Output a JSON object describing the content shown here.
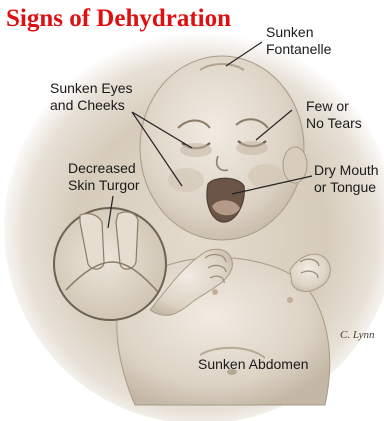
{
  "title": "Signs of Dehydration",
  "title_color": "#e01010",
  "annotations": {
    "fontanelle": {
      "line1": "Sunken",
      "line2": "Fontanelle"
    },
    "eyes_cheeks": {
      "line1": "Sunken Eyes",
      "line2": "and Cheeks"
    },
    "tears": {
      "line1": "Few or",
      "line2": "No Tears"
    },
    "turgor": {
      "line1": "Decreased",
      "line2": "Skin Turgor"
    },
    "mouth": {
      "line1": "Dry Mouth",
      "line2": "or Tongue"
    },
    "abdomen": {
      "line1": "Sunken Abdomen"
    }
  },
  "artist_signature": "C. Lynn",
  "palette": {
    "vignette": "#d9cfc0",
    "skin": "#e9e1d6",
    "shade": "#bfb3a2",
    "ink": "#5a4e42"
  }
}
